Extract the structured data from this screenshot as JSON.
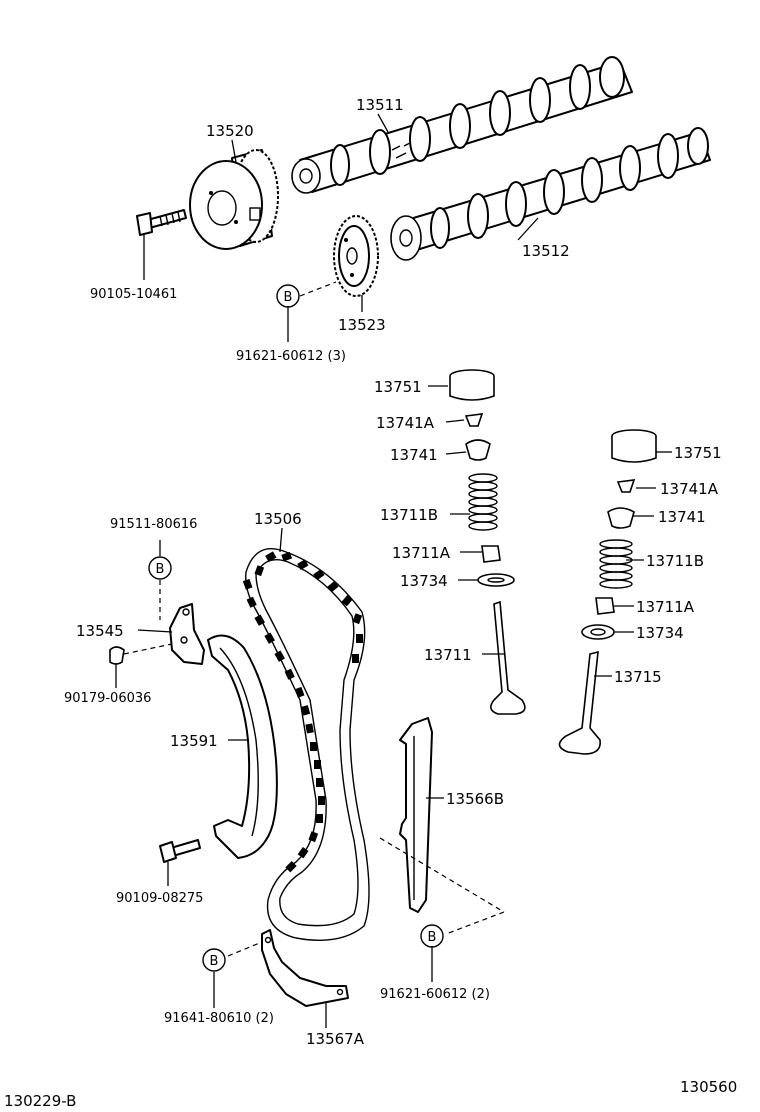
{
  "diagram": {
    "parts": {
      "p13511": "13511",
      "p13520": "13520",
      "p13512": "13512",
      "p13523": "13523",
      "p90105": "90105-10461",
      "p91621a": "91621-60612 (3)",
      "p13751a": "13751",
      "p13741Aa": "13741A",
      "p13741a": "13741",
      "p13711Ba": "13711B",
      "p13711Aa": "13711A",
      "p13734a": "13734",
      "p13711": "13711",
      "p13751b": "13751",
      "p13741Ab": "13741A",
      "p13741b": "13741",
      "p13711Bb": "13711B",
      "p13711Ab": "13711A",
      "p13734b": "13734",
      "p13715": "13715",
      "p91511": "91511-80616",
      "p13506": "13506",
      "p13545": "13545",
      "p90179": "90179-06036",
      "p13591": "13591",
      "p13566B": "13566B",
      "p90109": "90109-08275",
      "p91641": "91641-80610 (2)",
      "p13567A": "13567A",
      "p91621b": "91621-60612 (2)"
    },
    "callout_letter": "B",
    "footer": {
      "left_code": "130229-B",
      "right_code": "130560"
    }
  }
}
